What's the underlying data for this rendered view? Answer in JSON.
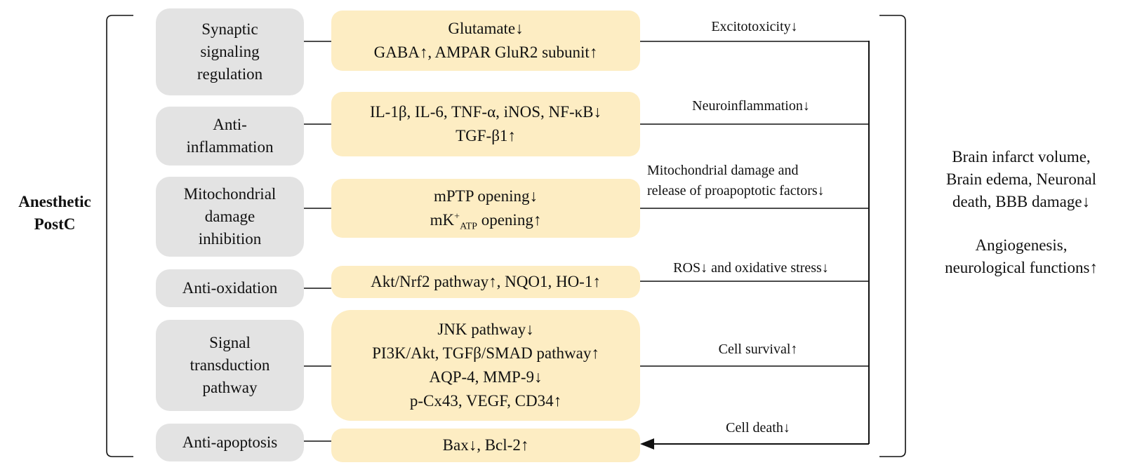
{
  "root": {
    "lines": [
      "Anesthetic",
      "PostC"
    ]
  },
  "categories": [
    {
      "lines": [
        "Synaptic",
        "signaling",
        "regulation"
      ]
    },
    {
      "lines": [
        "Anti-",
        "inflammation"
      ]
    },
    {
      "lines": [
        "Mitochondrial",
        "damage",
        "inhibition"
      ]
    },
    {
      "lines": [
        "Anti-oxidation"
      ]
    },
    {
      "lines": [
        "Signal",
        "transduction",
        "pathway"
      ]
    },
    {
      "lines": [
        "Anti-apoptosis"
      ]
    }
  ],
  "mechanisms": [
    {
      "lines": [
        "Glutamate↓",
        "GABA↑, AMPAR GluR2 subunit↑"
      ]
    },
    {
      "lines": [
        "IL-1β, IL-6, TNF-α, iNOS, NF-κB↓",
        "TGF-β1↑"
      ]
    },
    {
      "line1": "mPTP opening↓",
      "line2_pre": "mK",
      "line2_sup": "+",
      "line2_sub": "ATP",
      "line2_post": " opening↑"
    },
    {
      "lines": [
        "Akt/Nrf2 pathway↑, NQO1, HO-1↑"
      ]
    },
    {
      "lines": [
        "JNK pathway↓",
        "PI3K/Akt, TGFβ/SMAD pathway↑",
        "AQP-4, MMP-9↓",
        "p-Cx43, VEGF, CD34↑"
      ]
    },
    {
      "lines": [
        "Bax↓, Bcl-2↑"
      ]
    }
  ],
  "effects": [
    {
      "lines": [
        "Excitotoxicity↓"
      ]
    },
    {
      "lines": [
        "Neuroinflammation↓"
      ]
    },
    {
      "lines": [
        "Mitochondrial damage and",
        "release of proapoptotic factors↓"
      ]
    },
    {
      "lines": [
        "ROS↓ and oxidative stress↓"
      ]
    },
    {
      "lines": [
        "Cell survival↑"
      ]
    },
    {
      "lines": [
        "Cell death↓"
      ]
    }
  ],
  "outcomes": [
    {
      "lines": [
        "Brain infarct volume,",
        "Brain edema, Neuronal",
        "death, BBB damage↓"
      ]
    },
    {
      "lines": [
        "Angiogenesis,",
        "neurological functions↑"
      ]
    }
  ]
}
